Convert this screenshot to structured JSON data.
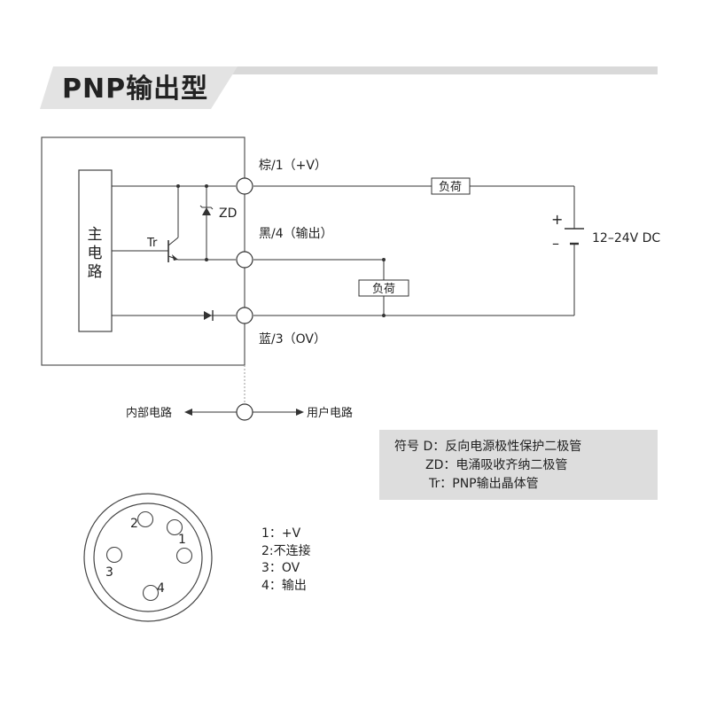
{
  "title": "PNP输出型",
  "main_circuit_label": [
    "主",
    "电",
    "路"
  ],
  "tr_label": "Tr",
  "zd_label": "ZD",
  "wires": {
    "brown": "棕/1（+V）",
    "black": "黑/4（输出）",
    "blue": "蓝/3（OV）"
  },
  "load_label": "负荷",
  "load_label_2": "负荷",
  "supply": {
    "plus": "+",
    "minus": "–",
    "voltage": "12–24V DC"
  },
  "boundary": {
    "internal": "内部电路",
    "user": "用户电路"
  },
  "legend": {
    "line1": "符号 D：反向电源极性保护二极管",
    "line2": "ZD：电涌吸收齐纳二极管",
    "line3": "Tr：PNP输出晶体管"
  },
  "connector": {
    "pins": [
      "1",
      "2",
      "3",
      "4"
    ],
    "descriptions": [
      "1：+V",
      "2:不连接",
      "3：OV",
      "4：输出"
    ]
  },
  "colors": {
    "line": "#333333",
    "banner": "#d9d9d9",
    "legend_bg": "#dddddd"
  }
}
